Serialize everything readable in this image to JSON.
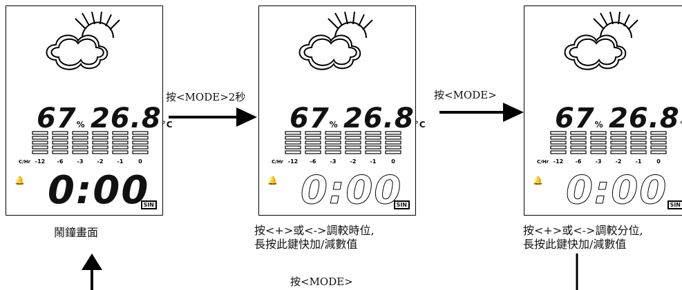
{
  "panels": [
    {
      "humidity": "67",
      "humidity_unit": "%",
      "temp": "26.8",
      "temp_unit": "°C",
      "clock": "0:00",
      "signal": "SIN",
      "caption": "鬧鐘畫面"
    },
    {
      "humidity": "67",
      "humidity_unit": "%",
      "temp": "26.8",
      "temp_unit": "°C",
      "clock": "0:00",
      "signal": "SIN",
      "caption": "按<+>或<->調較時位,\n長按此鍵快加/減數值"
    },
    {
      "humidity": "67",
      "humidity_unit": "%",
      "temp": "26.8",
      "temp_unit": "°C",
      "clock": "0:00",
      "signal": "SIN",
      "caption": "按<+>或<->調較分位,\n長按此鍵快加/減數值"
    }
  ],
  "scale_ticks": [
    "-12",
    "-6",
    "-3",
    "-2",
    "-1",
    "0"
  ],
  "scale_unit": "C/Hr",
  "arrows": {
    "arrow1_label": "按<MODE>2秒",
    "arrow2_label": "按<MODE>",
    "bottom_label": "按<MODE>"
  }
}
